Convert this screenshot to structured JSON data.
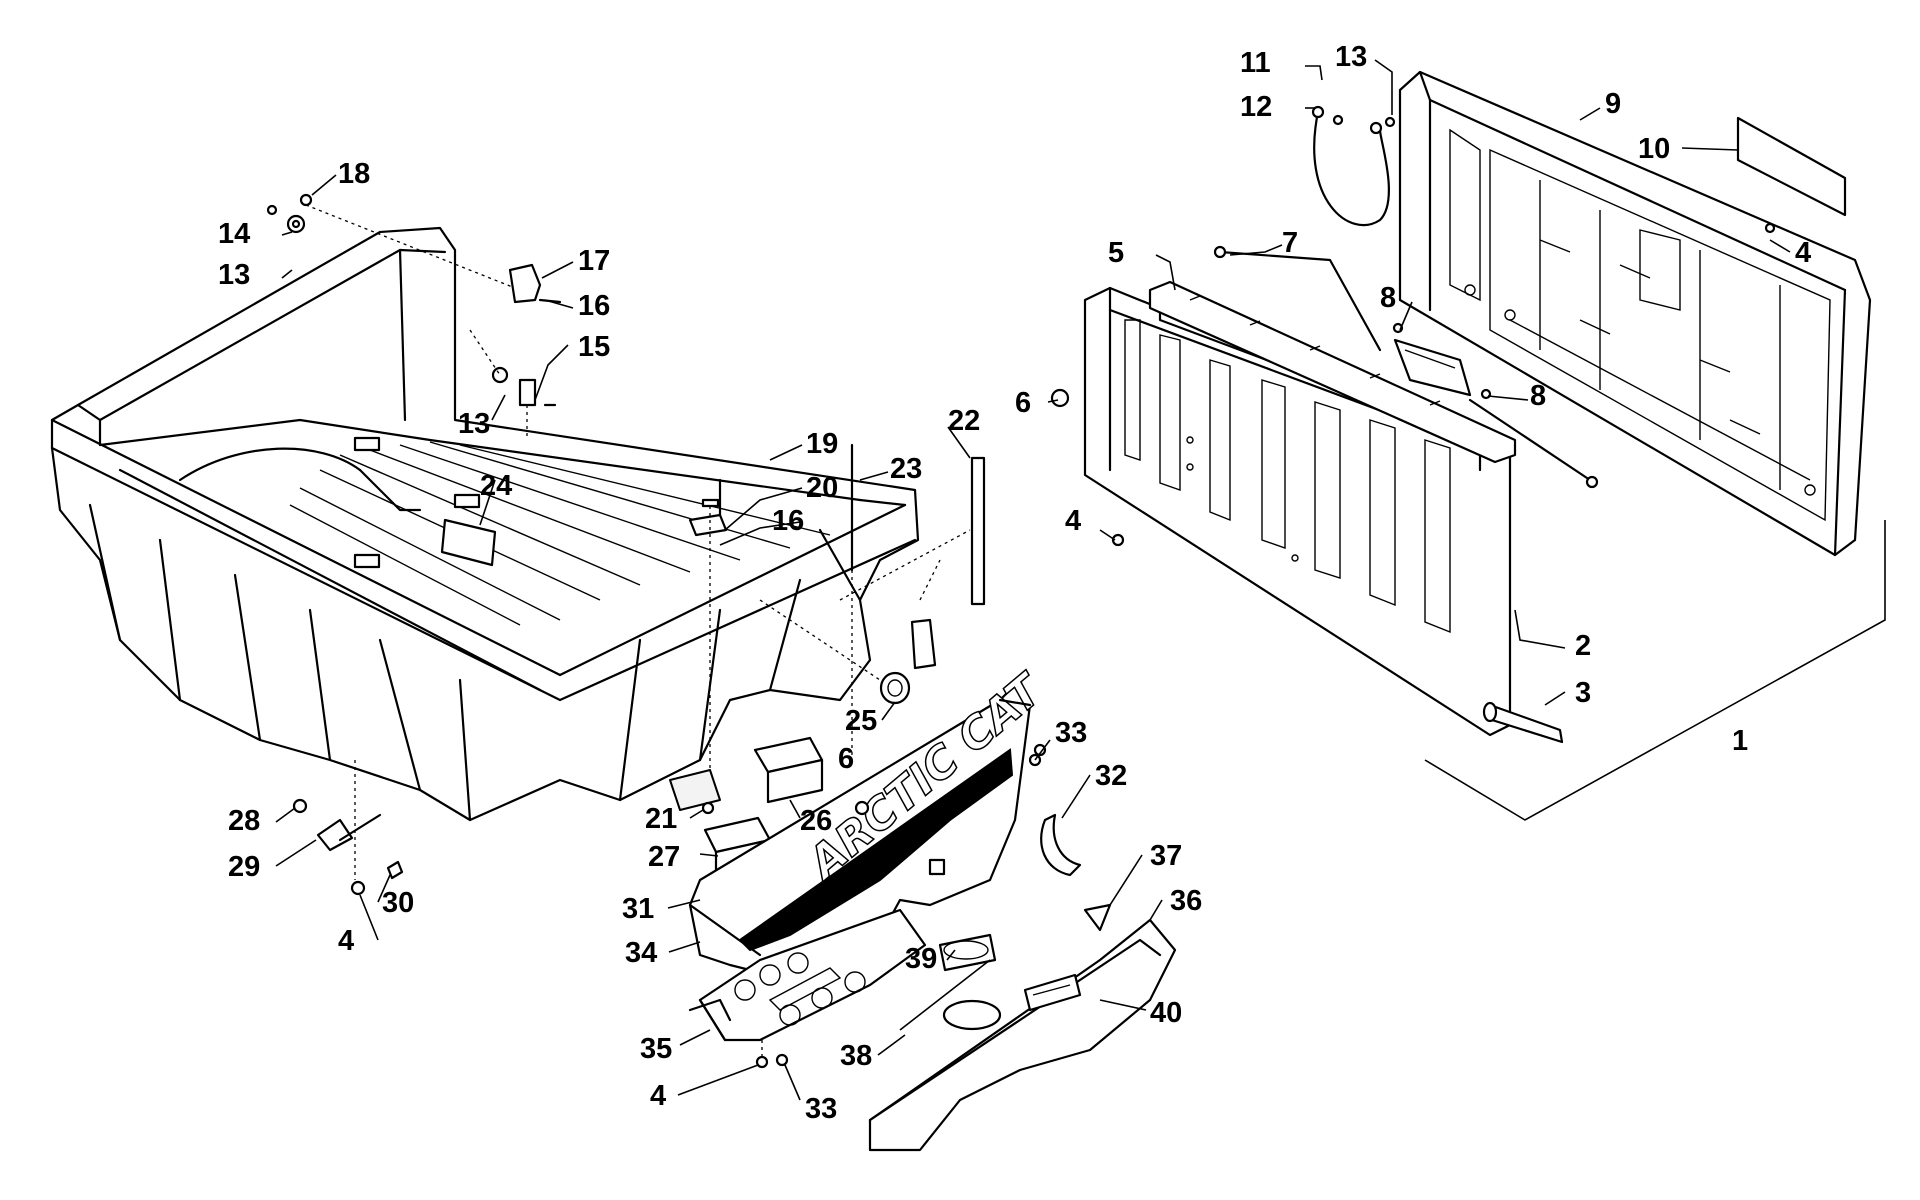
{
  "diagram": {
    "brand_text": "ARCTIC CAT",
    "callouts": [
      {
        "id": "c1",
        "text": "1"
      },
      {
        "id": "c2",
        "text": "2"
      },
      {
        "id": "c3",
        "text": "3"
      },
      {
        "id": "c4a",
        "text": "4"
      },
      {
        "id": "c4b",
        "text": "4"
      },
      {
        "id": "c4c",
        "text": "4"
      },
      {
        "id": "c4d",
        "text": "4"
      },
      {
        "id": "c5",
        "text": "5"
      },
      {
        "id": "c6a",
        "text": "6"
      },
      {
        "id": "c6b",
        "text": "6"
      },
      {
        "id": "c7",
        "text": "7"
      },
      {
        "id": "c8a",
        "text": "8"
      },
      {
        "id": "c8b",
        "text": "8"
      },
      {
        "id": "c9",
        "text": "9"
      },
      {
        "id": "c10",
        "text": "10"
      },
      {
        "id": "c11",
        "text": "11"
      },
      {
        "id": "c12",
        "text": "12"
      },
      {
        "id": "c13a",
        "text": "13"
      },
      {
        "id": "c13b",
        "text": "13"
      },
      {
        "id": "c13c",
        "text": "13"
      },
      {
        "id": "c14",
        "text": "14"
      },
      {
        "id": "c15",
        "text": "15"
      },
      {
        "id": "c16a",
        "text": "16"
      },
      {
        "id": "c16b",
        "text": "16"
      },
      {
        "id": "c17",
        "text": "17"
      },
      {
        "id": "c18",
        "text": "18"
      },
      {
        "id": "c19",
        "text": "19"
      },
      {
        "id": "c20",
        "text": "20"
      },
      {
        "id": "c21",
        "text": "21"
      },
      {
        "id": "c22",
        "text": "22"
      },
      {
        "id": "c23",
        "text": "23"
      },
      {
        "id": "c24",
        "text": "24"
      },
      {
        "id": "c25",
        "text": "25"
      },
      {
        "id": "c26",
        "text": "26"
      },
      {
        "id": "c27",
        "text": "27"
      },
      {
        "id": "c28",
        "text": "28"
      },
      {
        "id": "c29",
        "text": "29"
      },
      {
        "id": "c30",
        "text": "30"
      },
      {
        "id": "c31",
        "text": "31"
      },
      {
        "id": "c32",
        "text": "32"
      },
      {
        "id": "c33a",
        "text": "33"
      },
      {
        "id": "c33b",
        "text": "33"
      },
      {
        "id": "c34",
        "text": "34"
      },
      {
        "id": "c35",
        "text": "35"
      },
      {
        "id": "c36",
        "text": "36"
      },
      {
        "id": "c37",
        "text": "37"
      },
      {
        "id": "c38",
        "text": "38"
      },
      {
        "id": "c39",
        "text": "39"
      },
      {
        "id": "c40",
        "text": "40"
      }
    ]
  }
}
